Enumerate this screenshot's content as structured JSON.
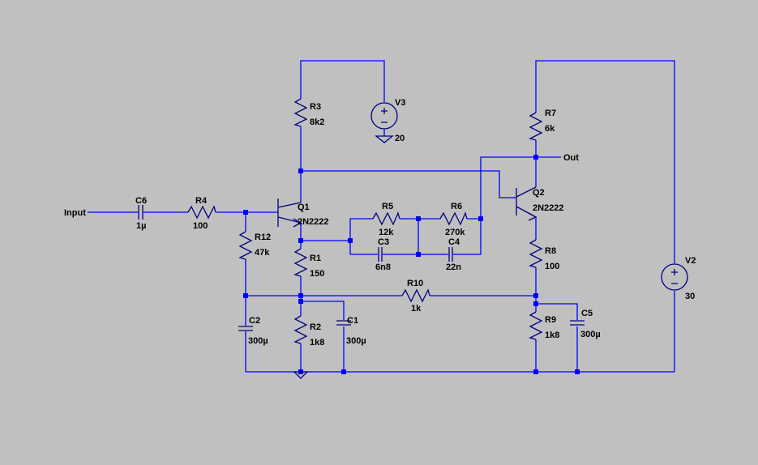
{
  "schematic": {
    "ports": {
      "input": "Input",
      "output": "Out"
    },
    "components": {
      "c6": {
        "name": "C6",
        "value": "1µ"
      },
      "r4": {
        "name": "R4",
        "value": "100"
      },
      "r12": {
        "name": "R12",
        "value": "47k"
      },
      "q1": {
        "name": "Q1",
        "value": "2N2222"
      },
      "r3": {
        "name": "R3",
        "value": "8k2"
      },
      "v3": {
        "name": "V3",
        "value": "20"
      },
      "r5": {
        "name": "R5",
        "value": "12k"
      },
      "r6": {
        "name": "R6",
        "value": "270k"
      },
      "c3": {
        "name": "C3",
        "value": "6n8"
      },
      "c4": {
        "name": "C4",
        "value": "22n"
      },
      "r1": {
        "name": "R1",
        "value": "150"
      },
      "r10": {
        "name": "R10",
        "value": "1k"
      },
      "c2": {
        "name": "C2",
        "value": "300µ"
      },
      "r2": {
        "name": "R2",
        "value": "1k8"
      },
      "c1": {
        "name": "C1",
        "value": "300µ"
      },
      "r7": {
        "name": "R7",
        "value": "6k"
      },
      "q2": {
        "name": "Q2",
        "value": "2N2222"
      },
      "r8": {
        "name": "R8",
        "value": "100"
      },
      "r9": {
        "name": "R9",
        "value": "1k8"
      },
      "c5": {
        "name": "C5",
        "value": "300µ"
      },
      "v2": {
        "name": "V2",
        "value": "30"
      }
    },
    "colors": {
      "background": "#c0c0c0",
      "wire": "#0000ff",
      "component": "#000080",
      "text": "#000000"
    }
  }
}
